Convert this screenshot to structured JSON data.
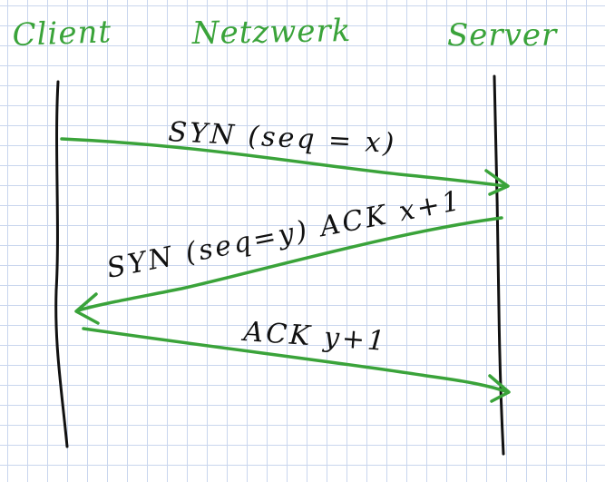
{
  "headers": {
    "client": "Client",
    "network": "Netzwerk",
    "server": "Server"
  },
  "messages": [
    {
      "label": "SYN (seq = x)",
      "direction": "client-to-server"
    },
    {
      "label": "SYN (seq=y) ACK x+1",
      "direction": "server-to-client"
    },
    {
      "label": "ACK y+1",
      "direction": "client-to-server"
    }
  ],
  "colors": {
    "ink": "#111111",
    "accent": "#3aa33a",
    "grid": "#c9d6ee"
  }
}
